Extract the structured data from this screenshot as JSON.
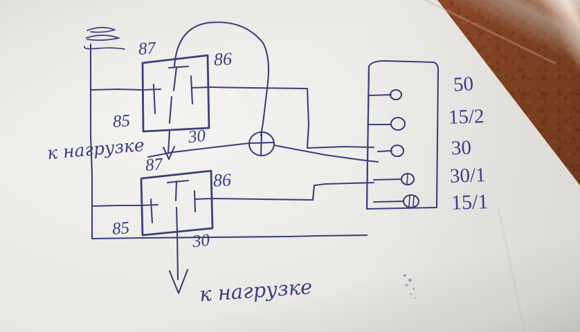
{
  "scene": {
    "title": "Hand-drawn automotive relay wiring diagram",
    "medium": "ballpoint pen on white paper over brown leather surface",
    "paper_color": "#e9e8e4",
    "ink_color": "#3b3f7a",
    "accent_ink_color": "#2c3fb0",
    "leather_color": "#98512b"
  },
  "relay_top": {
    "name": "upper relay",
    "terminals": {
      "pin_87": "87",
      "pin_86": "86",
      "pin_85": "85",
      "pin_30": "30"
    }
  },
  "relay_bottom": {
    "name": "lower relay",
    "terminals": {
      "pin_87": "87",
      "pin_86": "86",
      "pin_85": "85",
      "pin_30": "30"
    }
  },
  "annotations": {
    "load_left": "к нагрузке",
    "load_bottom": "к нагрузке"
  },
  "ignition_switch": {
    "name": "ignition switch connector block",
    "terminal_count": 5,
    "labels": [
      "50",
      "15/2",
      "30",
      "30/1",
      "15/1"
    ]
  },
  "symbols": {
    "ground": "ground-symbol",
    "junction": "wire-junction-node",
    "arrow_left": "arrow-down",
    "arrow_bottom": "arrow-down"
  }
}
